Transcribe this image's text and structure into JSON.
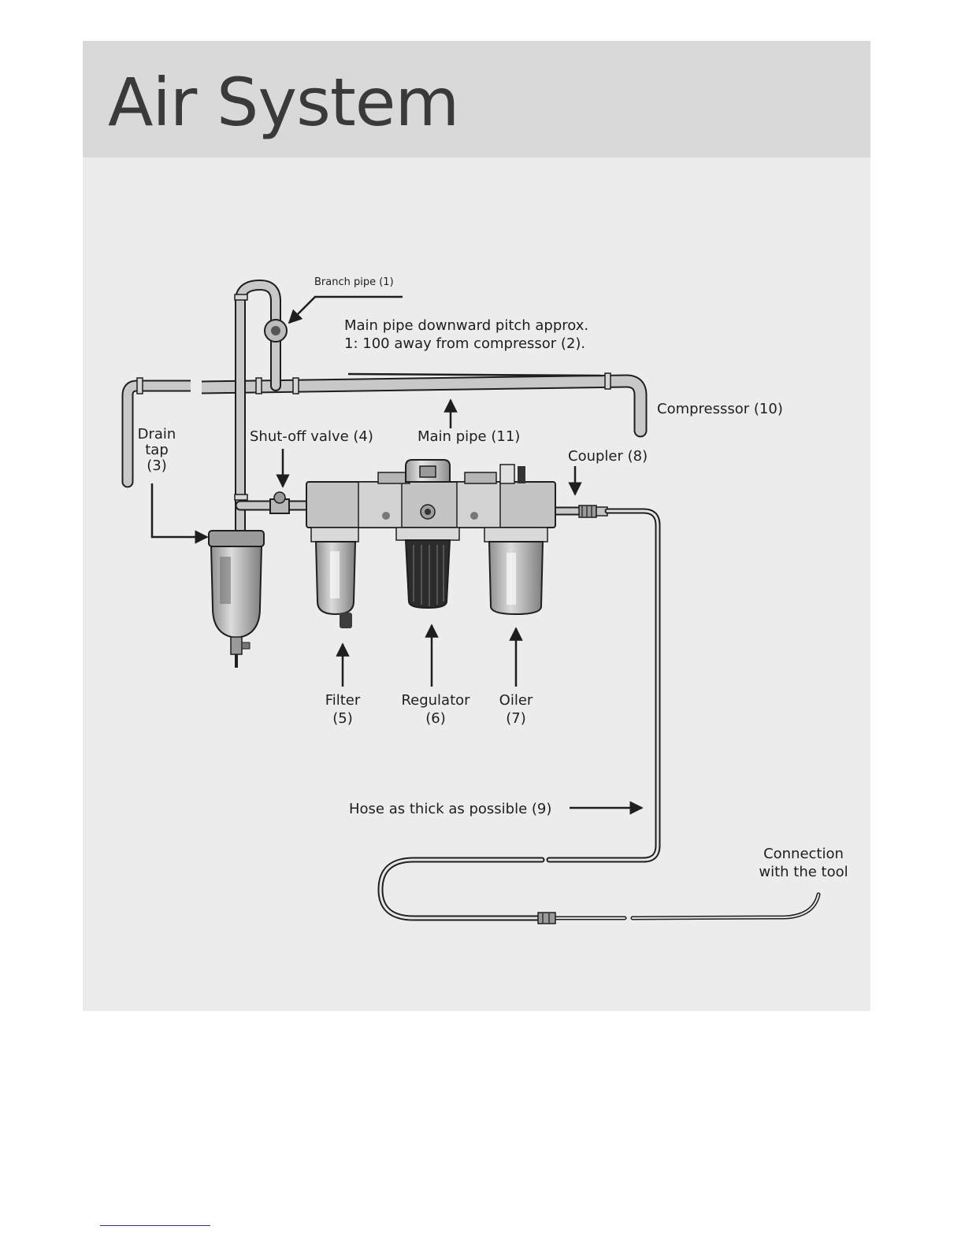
{
  "title": "Air System",
  "labels": {
    "branch_pipe": "Branch pipe (1)",
    "pitch_line1": "Main pipe downward pitch approx.",
    "pitch_line2": "1: 100 away from compressor (2).",
    "compressor": "Compresssor (10)",
    "drain_line1": "Drain",
    "drain_line2": "tap",
    "drain_line3": "(3)",
    "shutoff": "Shut-off valve (4)",
    "main_pipe": "Main pipe (11)",
    "coupler": "Coupler (8)",
    "filter_line1": "Filter",
    "filter_line2": "(5)",
    "regulator_line1": "Regulator",
    "regulator_line2": "(6)",
    "oiler_line1": "Oiler",
    "oiler_line2": "(7)",
    "hose": "Hose as thick as possible (9)",
    "connection_line1": "Connection",
    "connection_line2": "with the tool"
  },
  "colors": {
    "panel": "#ececec",
    "title_bar": "#d9d9d9",
    "title_text": "#3a3a3a",
    "pipe": "#c8c8c8",
    "outline": "#1e1e1e"
  }
}
